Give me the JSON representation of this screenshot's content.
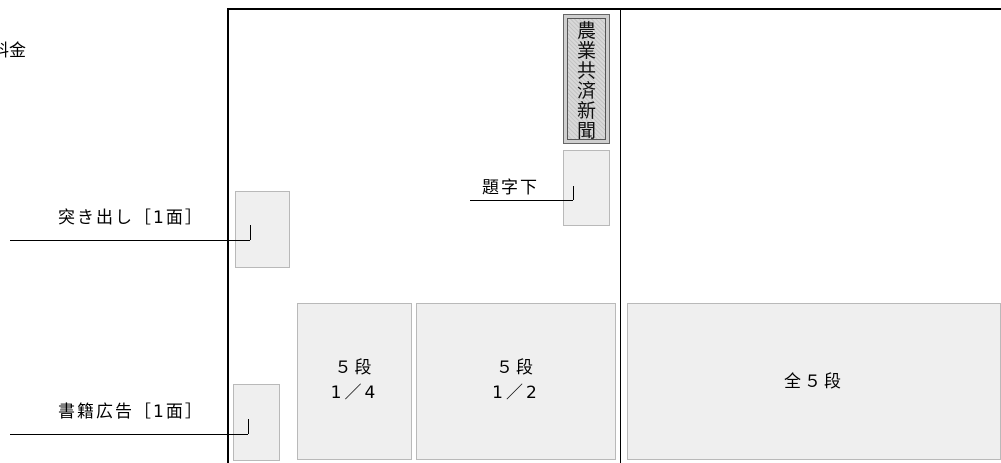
{
  "corner_label": "料金",
  "seal": {
    "chars": [
      "農",
      "業",
      "共",
      "済",
      "新",
      "聞"
    ]
  },
  "placements": {
    "title_under": "題字下",
    "protrusion": "突き出し［1面］",
    "book_ad": "書籍広告［1面］"
  },
  "ads": {
    "five_dan_quarter": [
      "５段",
      "1／4"
    ],
    "five_dan_half": [
      "５段",
      "1／2"
    ],
    "full_five_dan": "全５段"
  },
  "colors": {
    "ad_fill": "#efefef",
    "ad_border": "#b9b9b9",
    "frame": "#000000"
  }
}
